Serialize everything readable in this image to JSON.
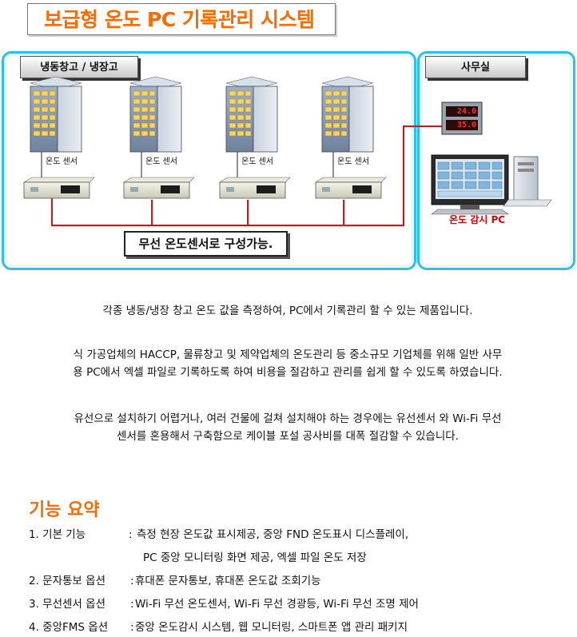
{
  "title": "보급형 온도 PC 기록관리 시스템",
  "cold_storage_label": "냉동창고 / 냉장고",
  "office_label": "사무실",
  "sensor_label": "온도 센서",
  "display_readings": [
    "24.0",
    "35.0"
  ],
  "monitor_pc_label": "온도 감시 PC",
  "wireless_caption": "무선 온도센서로 구성가능.",
  "paragraphs": [
    "각종 냉동/냉장 창고 온도 값을 측정하여,  PC에서 기록관리 할 수 있는 제품입니다.",
    "식 가공업체의 HACCP, 물류창고 및 제약업체의 온도관리 등 중소규모 기업체를 위해 일반 사무",
    "용 PC에서 엑셀 파일로  기록하도록 하여 비용을 절감하고 관리를 쉽게 할 수 있도록 하였습니다.",
    "유선으로 설치하기 어렵거나, 여러 건물에 걸쳐 설치해야 하는 경우에는 유선센서 와 Wi-Fi 무선",
    "센서를 혼용해서 구축함으로 케이블 포설 공사비를 대폭 절감할 수 있습니다."
  ],
  "features_title": "기능 요약",
  "features": [
    {
      "label": "1.  기본 기능",
      "sep": ":",
      "desc": " 측정 현장 온도값 표시제공,  중앙 FND 온도표시 디스플레이,"
    },
    {
      "label": "",
      "sep": "",
      "desc": "PC 중앙 모니터링 화면 제공, 엑셀 파일 온도 저장"
    },
    {
      "label": "2. 문자통보 옵션",
      "sep": ":",
      "desc": " 휴대폰 문자통보,  휴대폰 온도값 조회기능"
    },
    {
      "label": "3. 무선센서 옵션",
      "sep": ":",
      "desc": " Wi-Fi 무선 온도센서,  Wi-Fi 무선 경광등,  Wi-Fi 무선 조명 제어"
    },
    {
      "label": "4. 중앙FMS 옵션",
      "sep": ":",
      "desc": " 중앙 온도감시 시스템, 웹 모니터링, 스마트폰 앱 관리 패키지"
    }
  ],
  "colors": {
    "accent": "#ff6a00",
    "panel_border": "#2fc0e8",
    "wire": "#e01010",
    "pc_label": "#e00000"
  }
}
